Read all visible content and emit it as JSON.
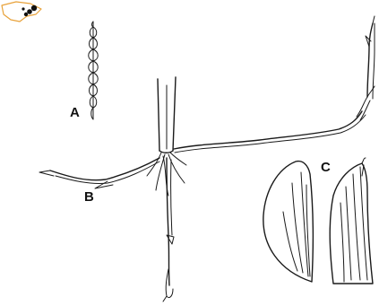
{
  "figure": {
    "panel_labels": {
      "a": "A",
      "b": "B",
      "c": "C"
    }
  },
  "colors": {
    "ink": "#1a1a1a",
    "background": "#ffffff",
    "logo_orange": "#e8a23a"
  },
  "icons": {
    "logo": "region-map-logo",
    "spike": "flower-spike",
    "plant": "grass-plant-with-rhizome",
    "leaf_tips": "leaf-tip-details"
  }
}
